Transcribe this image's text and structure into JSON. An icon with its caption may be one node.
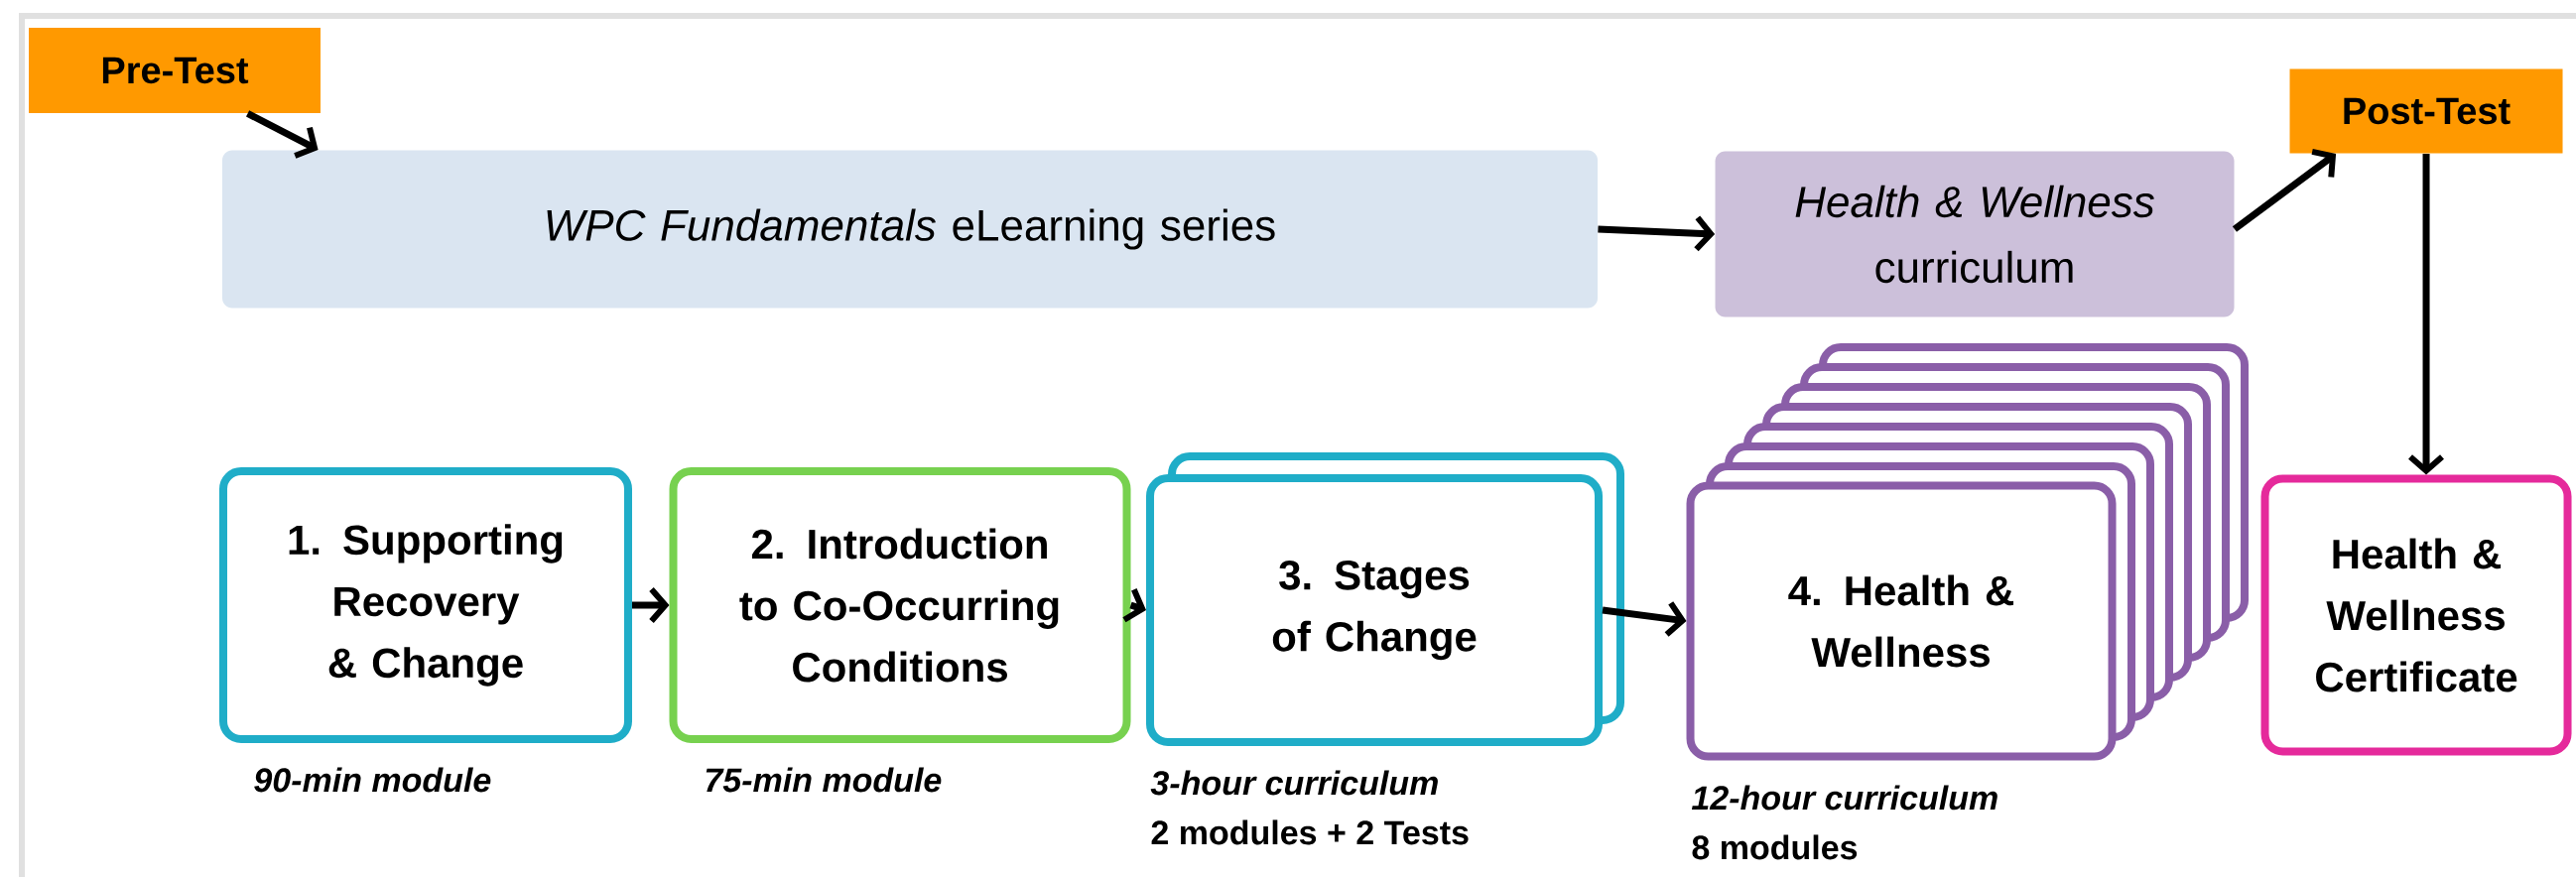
{
  "diagram": {
    "nodes": [
      {
        "text": [
          "Pre-Test"
        ]
      },
      {
        "text": [
          "*WPC Fundamentals* eLearning series"
        ]
      },
      {
        "text": [
          "*Health & Wellness* curriculum"
        ]
      },
      {
        "text": [
          "Post-Test"
        ]
      },
      {
        "text": [
          "1. Supporting Recovery & Change"
        ],
        "beside": [
          "90-min module"
        ]
      },
      {
        "text": [
          "2. Introduction to Co-Occurring Conditions"
        ],
        "beside": [
          "75-min module"
        ]
      },
      {
        "text": [
          "3. Stages of Change"
        ],
        "beside": [
          "3-hour curriculum",
          "2 modules + 2 Tests"
        ]
      },
      {
        "text": [
          "4. Health & Wellness"
        ],
        "beside": [
          "12-hour curriculum",
          "8 modules"
        ]
      },
      {
        "text": [
          "Health & Wellness Certificate"
        ]
      }
    ],
    "edges": [
      {
        "from": 0,
        "to": 1,
        "arrow": "to"
      },
      {
        "from": 1,
        "to": 2,
        "arrow": "to"
      },
      {
        "from": 2,
        "to": 3,
        "arrow": "to"
      },
      {
        "from": 3,
        "to": 8,
        "arrow": "to"
      },
      {
        "from": 4,
        "to": 5,
        "arrow": "to"
      },
      {
        "from": 5,
        "to": 6,
        "arrow": "to"
      },
      {
        "from": 6,
        "to": 7,
        "arrow": "to"
      }
    ]
  }
}
